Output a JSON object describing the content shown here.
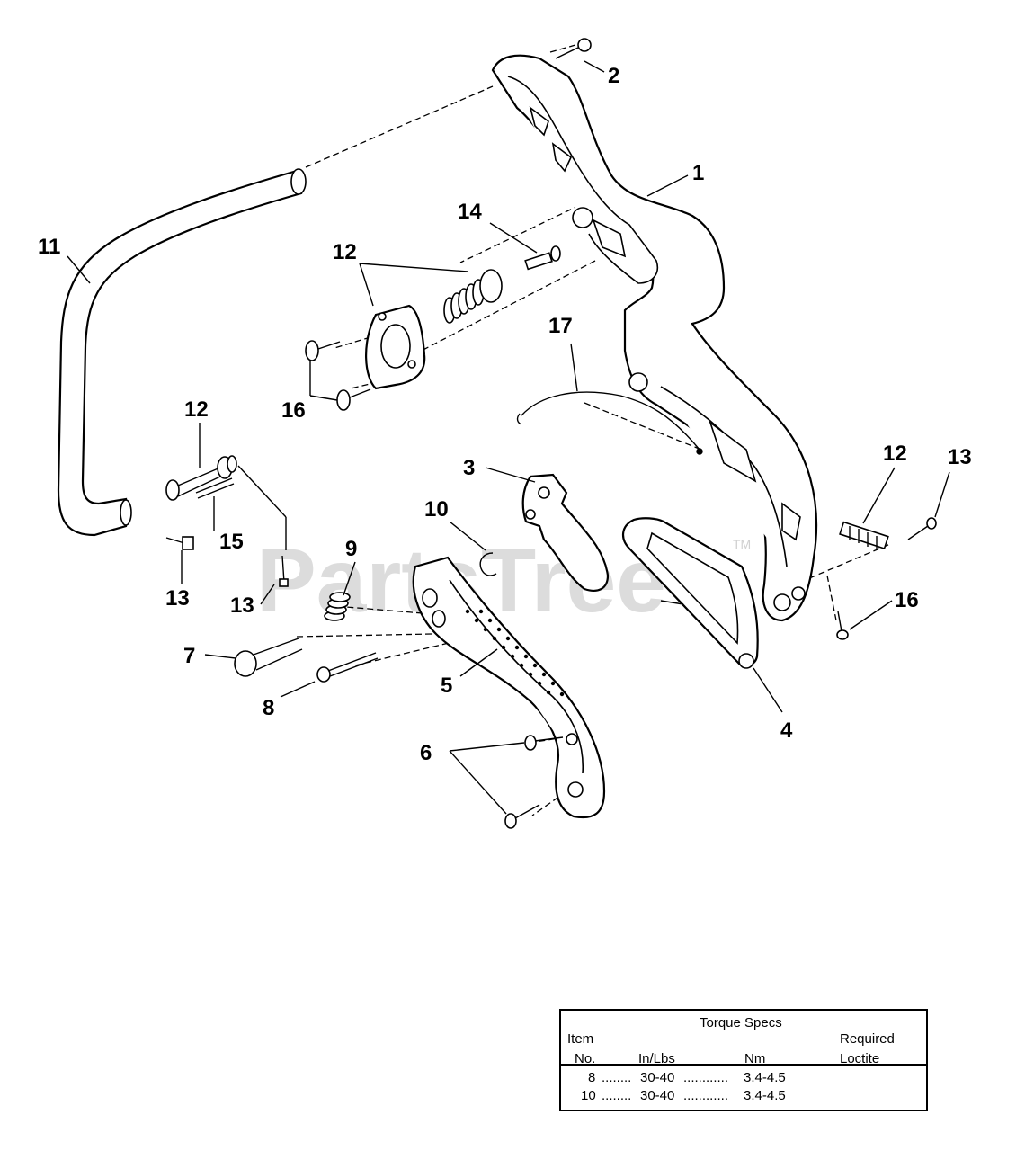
{
  "watermark": {
    "text": "PartsTree",
    "tm": "TM"
  },
  "callouts": {
    "c1": "1",
    "c2": "2",
    "c3": "3",
    "c4": "4",
    "c5": "5",
    "c6": "6",
    "c7": "7",
    "c8": "8",
    "c9": "9",
    "c10": "10",
    "c11": "11",
    "c12a": "12",
    "c12b": "12",
    "c12c": "12",
    "c13a": "13",
    "c13b": "13",
    "c13c": "13",
    "c14": "14",
    "c15": "15",
    "c16a": "16",
    "c16b": "16",
    "c17": "17"
  },
  "torque_table": {
    "title": "Torque Specs",
    "item_label": "Item",
    "no_label": "No.",
    "in_lbs_label": "In/Lbs",
    "nm_label": "Nm",
    "required_label": "Required",
    "loctite_label": "Loctite",
    "rows": [
      {
        "item": "8",
        "dots1": "........",
        "in_lbs": "30-40",
        "dots2": "............",
        "nm": "3.4-4.5"
      },
      {
        "item": "10",
        "dots1": "........",
        "in_lbs": "30-40",
        "dots2": "............",
        "nm": "3.4-4.5"
      }
    ]
  }
}
